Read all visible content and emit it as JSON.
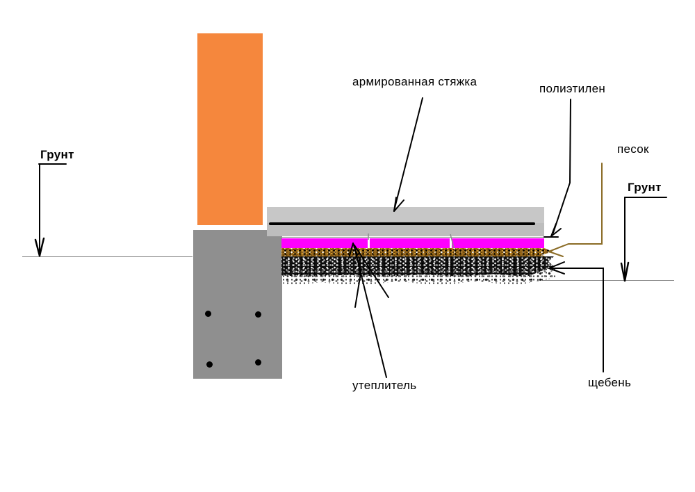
{
  "labels": {
    "screed": "армированная стяжка",
    "polyethylene": "полиэтилен",
    "sand": "песок",
    "ground_left": "Грунт",
    "ground_right": "Грунт",
    "insulation": "утеплитель",
    "gravel": "щебень"
  },
  "colors": {
    "background": "#FFFFFF",
    "wall": "#F5873D",
    "foundation": "#8F8F8F",
    "slab_top": "#C7C7C7",
    "slab_bottom": "#BDBDBD",
    "rebar": "#000000",
    "insulation": "#FF00FF",
    "sand_base": "#96661A",
    "gravel_base": "#111111",
    "sand_leader": "#8A6B25",
    "leader": "#000000",
    "ground_line": "#808080",
    "text": "#000000"
  }
}
